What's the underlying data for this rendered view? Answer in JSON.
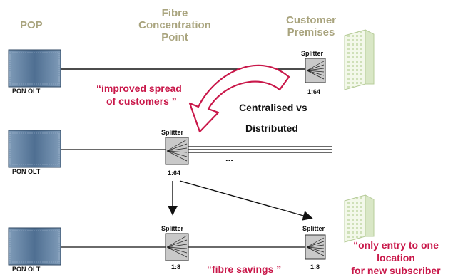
{
  "headers": {
    "pop": "POP",
    "fcp": [
      "Fibre",
      "Concentration",
      "Point"
    ],
    "customer": [
      "Customer",
      "Premises"
    ]
  },
  "olt_label": "PON OLT",
  "splitter_label": "Splitter",
  "ratios": {
    "top": "1:64",
    "middle": "1:64",
    "bottom_left": "1:8",
    "bottom_right": "1:8"
  },
  "quotes": {
    "spread": [
      "“improved spread",
      "of customers ”"
    ],
    "savings": "“fibre savings ”",
    "entry": [
      "“only entry to one",
      "location",
      "for new subscriber"
    ]
  },
  "centralised": [
    "Centralised vs",
    "Distributed"
  ],
  "ellipsis": "...",
  "colors": {
    "header": "#a9a47e",
    "quote": "#c9184a",
    "building": "#e8f1dc",
    "olt": "#5b7a9c"
  }
}
